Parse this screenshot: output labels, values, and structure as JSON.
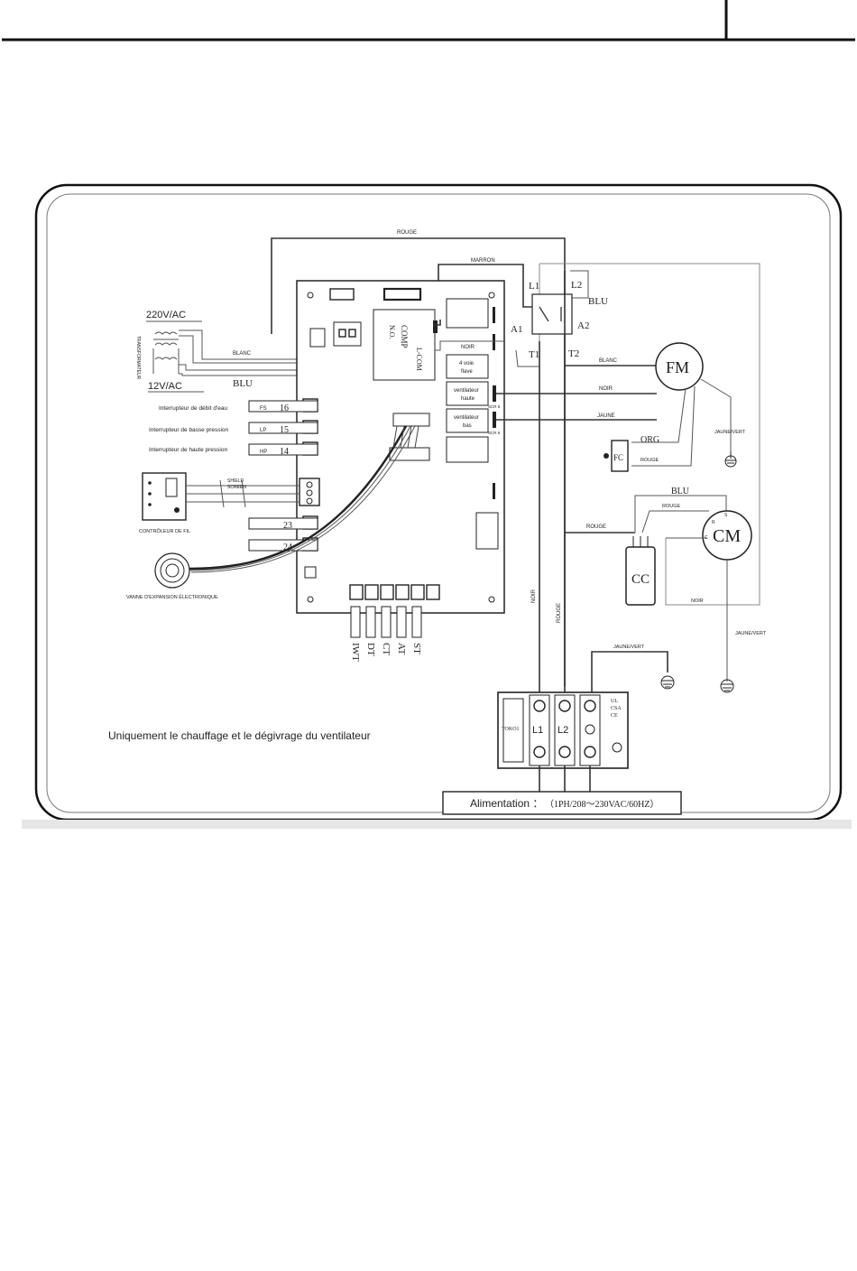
{
  "wire_colors": {
    "rouge": "ROUGE",
    "marron": "MARRON",
    "blanc": "BLANC",
    "blu": "BLU",
    "noir": "NOIR",
    "jaune": "JAUNE",
    "jaune_vert": "JAUNE/VERT",
    "org": "ORG"
  },
  "transformer": {
    "primary": "220V/AC",
    "label": "TRANSFORMATEUR",
    "secondary": "12V/AC"
  },
  "board": {
    "comp_label": "COMP",
    "comp_sub": "N.O.",
    "lcom": "L-COM",
    "relays": [
      {
        "label1": "4 voie",
        "label2": "flave"
      },
      {
        "label1": "ventilateur",
        "label2": "haute"
      },
      {
        "label1": "ventilateur",
        "label2": "bas"
      }
    ],
    "spr_labels": [
      "SCR 5",
      "SCR 6"
    ]
  },
  "switches": [
    {
      "label": "Interrupteur de débit d'eau",
      "code": "FS",
      "pin": "16"
    },
    {
      "label": "Interrupteur de basse pression",
      "code": "LP",
      "pin": "15"
    },
    {
      "label": "Interrupteur de haute pression",
      "code": "HP",
      "pin": "14"
    }
  ],
  "aux_pins": [
    "23",
    "24"
  ],
  "controller": {
    "label": "CONTRÔLEUR DE FIL",
    "shield": "SHIELD",
    "cable": "SCREEN"
  },
  "valve": {
    "label": "VANNE D'EXPANSION ÉLECTRONIQUE"
  },
  "sensors": [
    "IWT",
    "DT",
    "CT",
    "AT",
    "ST"
  ],
  "contactor": {
    "l1": "L1",
    "l2": "L2",
    "a1": "A1",
    "a2": "A2",
    "t1": "T1",
    "t2": "T2"
  },
  "fan_motor": {
    "label": "FM"
  },
  "comp_motor": {
    "label": "CM",
    "s": "S",
    "r": "R",
    "c": "C"
  },
  "fan_cap": {
    "label": "FC"
  },
  "comp_cap": {
    "label": "CC"
  },
  "terminal": {
    "model": "TOKO1",
    "l1": "L1",
    "l2": "L2",
    "cert": [
      "UL",
      "CSA",
      "CE"
    ]
  },
  "note": "Uniquement le chauffage et le dégivrage du ventilateur",
  "power_supply": {
    "label": "Alimentation ：",
    "spec": "（1PH/208～230VAC/60HZ）"
  }
}
